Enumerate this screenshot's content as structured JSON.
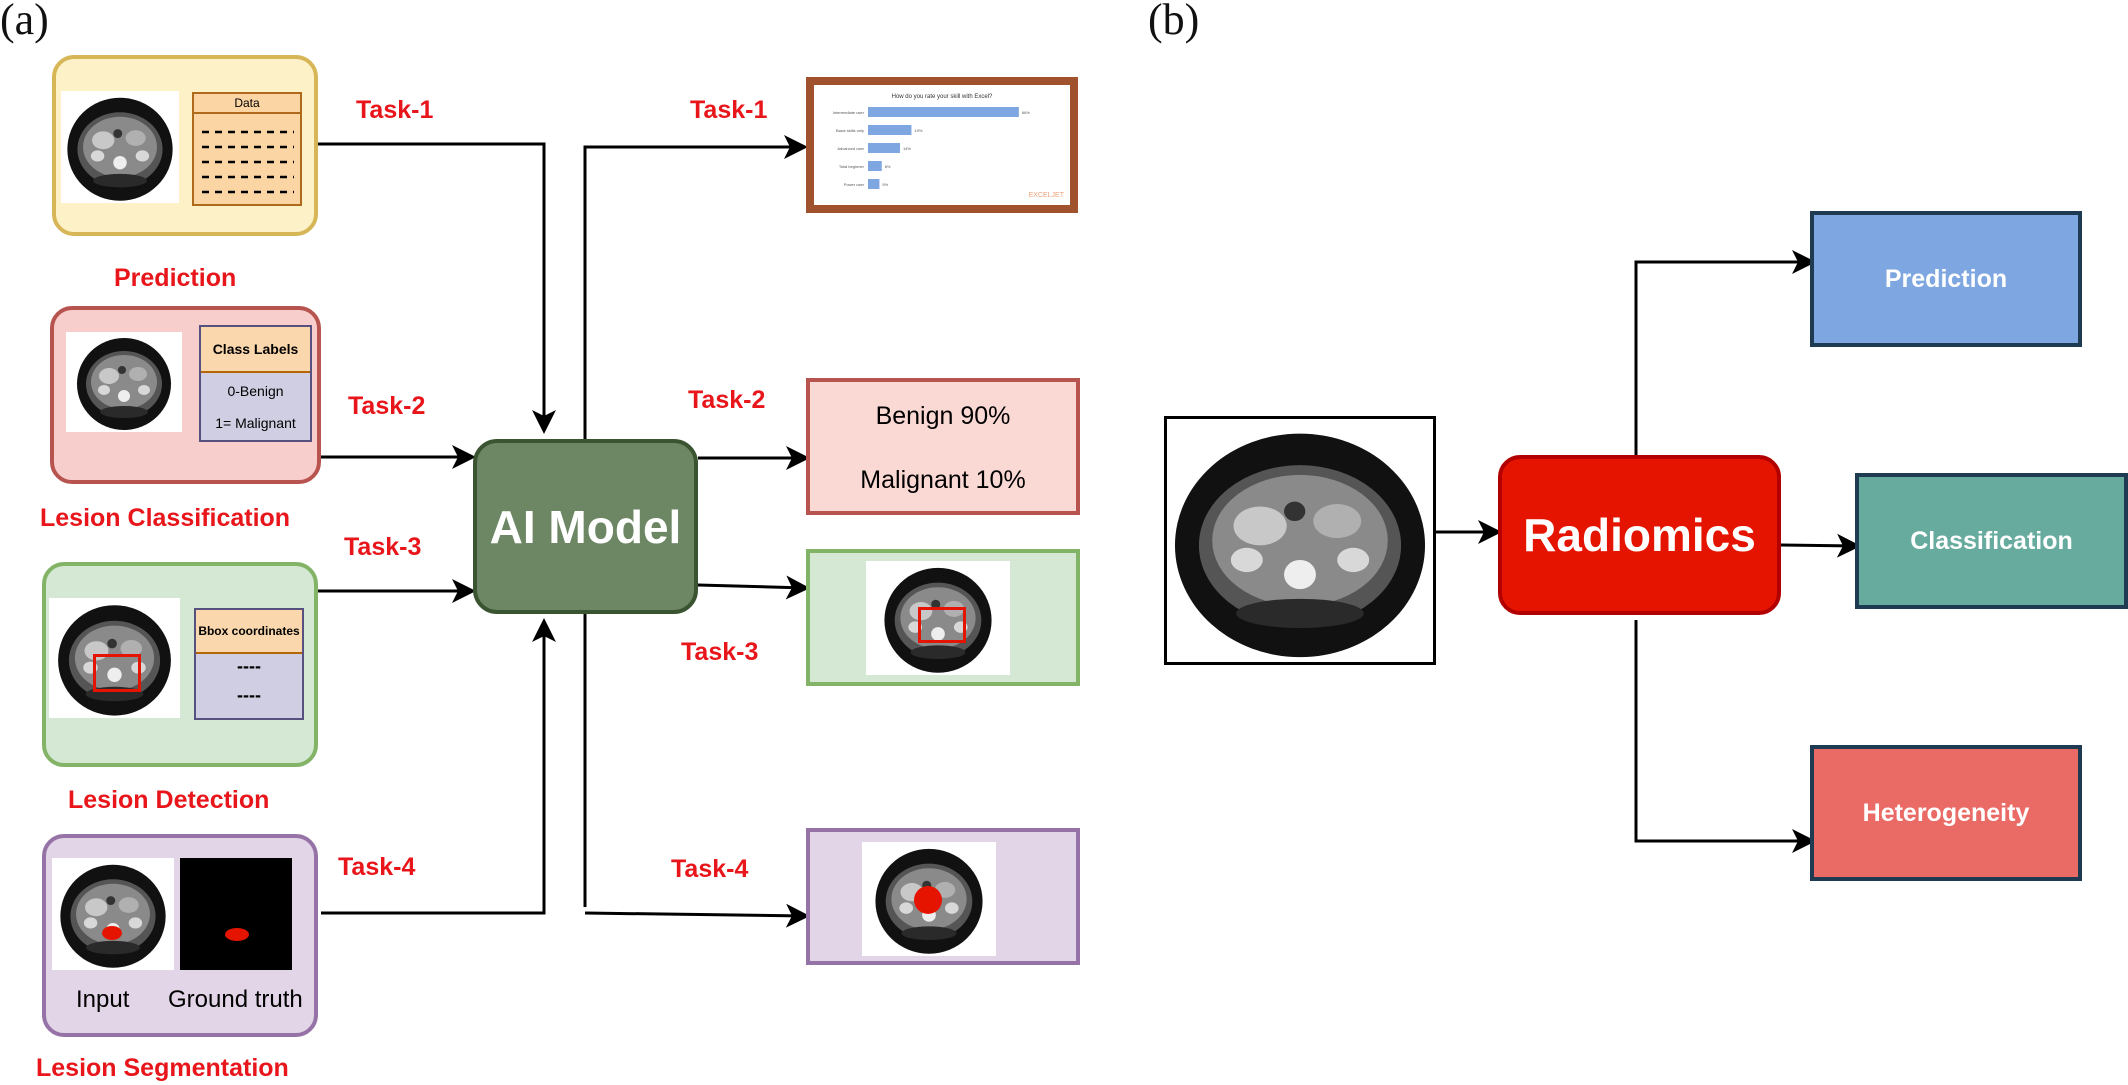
{
  "panels": {
    "a": "(a)",
    "b": "(b)"
  },
  "inputs": {
    "prediction": {
      "title": "Prediction",
      "table_header": "Data"
    },
    "classification": {
      "title": "Lesion Classification",
      "table_header": "Class Labels",
      "row1": "0-Benign",
      "row2": "1= Malignant"
    },
    "detection": {
      "title": "Lesion Detection",
      "table_header": "Bbox coordinates",
      "row1": "----",
      "row2": "----"
    },
    "segmentation": {
      "title": "Lesion Segmentation",
      "caption_input": "Input",
      "caption_truth": "Ground truth"
    }
  },
  "tasks": {
    "t1": "Task-1",
    "t2": "Task-2",
    "t3": "Task-3",
    "t4": "Task-4"
  },
  "model": {
    "label": "AI Model"
  },
  "outputs": {
    "classification": {
      "benign": "Benign 90%",
      "malignant": "Malignant 10%"
    }
  },
  "chart_data": {
    "type": "bar",
    "title": "How do you rate your skill with Excel?",
    "categories": [
      "Intermediate user",
      "Basic skills only",
      "Advanced user",
      "Total beginner",
      "Power user"
    ],
    "values": [
      66,
      19,
      14,
      6,
      5
    ],
    "watermark": "EXCELJET"
  },
  "radiomics": {
    "label": "Radiomics",
    "outputs": [
      "Prediction",
      "Classification",
      "Heterogeneity"
    ]
  },
  "colors": {
    "prediction_fill": "#fdf1c8",
    "prediction_border": "#d6b656",
    "classification_fill": "#f8cecc",
    "classification_border": "#b85450",
    "detection_fill": "#d5e8d4",
    "detection_border": "#82b366",
    "segmentation_fill": "#e1d5e7",
    "segmentation_border": "#9673a6",
    "model_fill": "#6d8764",
    "radiomics_fill": "#e51400",
    "pred_box": "#7ea6e0",
    "class_box": "#67ab9f",
    "het_box": "#ea6b66"
  }
}
